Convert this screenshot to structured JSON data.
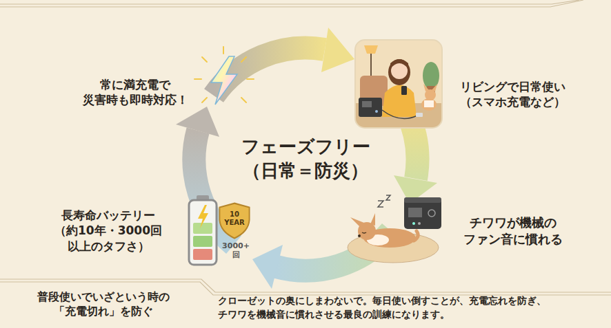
{
  "diagram": {
    "title": "フェーズフリー （日常＝防災）",
    "caption": "クローゼットの奥にしまわないで。毎日使い倒すことが、充電忘れを防ぎ、 チワワを機械音に慣れさせる最良の訓練になります。",
    "nodes": [
      {
        "text": [
          "10 YEAR"
        ]
      },
      {
        "text": [
          "普段使いでいざという時の 「充電切れ」を防ぐ"
        ]
      }
    ],
    "labels": [
      "常に満充電で 災害時も即時対応！",
      "リビングで日常使い （スマホ充電など）",
      "チワワが機械の ファン音に慣れる",
      "長寿命バッテリー （約10年・3000回 以上のタフさ）",
      "3000+ 回"
    ]
  }
}
